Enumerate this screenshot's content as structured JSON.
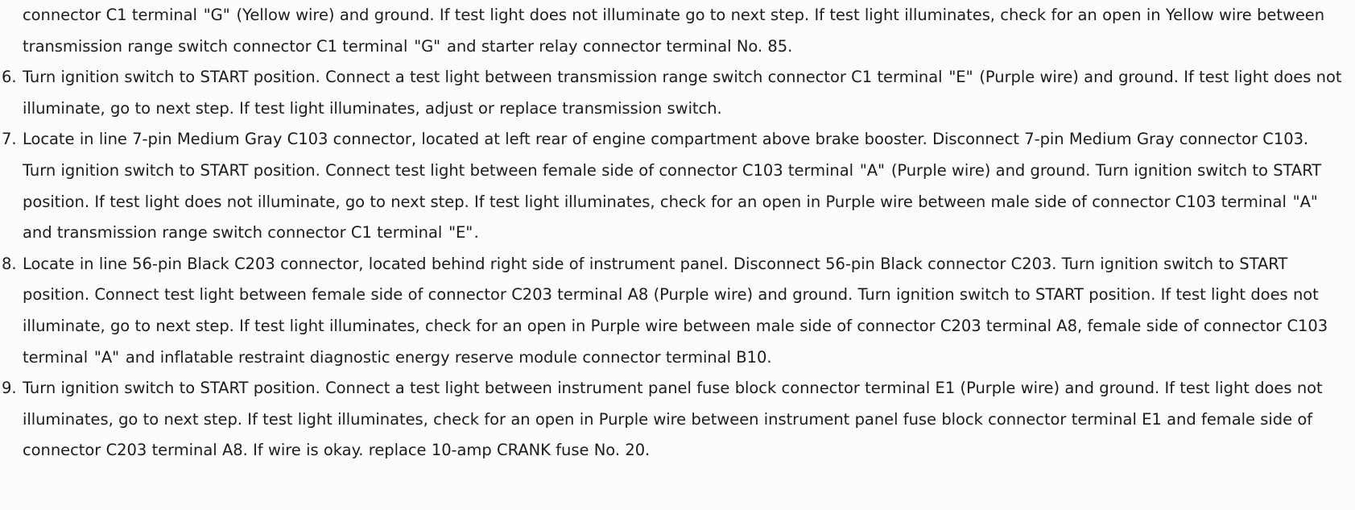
{
  "document": {
    "type": "automotive-service-manual-diagnostic-steps",
    "background_color": "#fcfcfc",
    "text_color": "#1c1c1c"
  },
  "steps": [
    {
      "marker": "",
      "is_continuation": true,
      "text": "connector C1 terminal \"G\" (Yellow wire) and ground. If test light does not illuminate go to next step. If test light illuminates, check for an open in Yellow wire between transmission range switch connector C1 terminal \"G\" and starter relay connector terminal No. 85."
    },
    {
      "marker": "6.",
      "is_continuation": false,
      "text": "Turn ignition switch to START position. Connect a test light between transmission range switch connector C1 terminal \"E\" (Purple wire) and ground. If test light does not illuminate, go to next step. If test light illuminates, adjust or replace transmission switch."
    },
    {
      "marker": "7.",
      "is_continuation": false,
      "text": "Locate in line 7-pin Medium Gray C103 connector, located at left rear of engine compartment above brake booster. Disconnect 7-pin Medium Gray connector C103. Turn ignition switch to START position. Connect test light between female side of connector C103 terminal \"A\" (Purple wire) and ground. Turn ignition switch to START position. If test light does not illuminate, go to next step. If test light illuminates, check for an open in Purple wire between male side of connector C103 terminal \"A\" and transmission range switch connector C1 terminal \"E\"."
    },
    {
      "marker": "8.",
      "is_continuation": false,
      "text": "Locate in line 56-pin Black C203 connector, located behind right side of instrument panel. Disconnect 56-pin Black connector C203. Turn ignition switch to START position. Connect test light between female side of connector C203 terminal A8 (Purple wire) and ground. Turn ignition switch to START position. If test light does not illuminate, go to next step. If test light illuminates, check for an open in Purple wire between male side of connector C203 terminal A8, female side of connector C103 terminal \"A\" and inflatable restraint diagnostic energy reserve module connector terminal B10."
    },
    {
      "marker": "9.",
      "is_continuation": false,
      "text": "Turn ignition switch to START position. Connect a test light between instrument panel fuse block connector terminal E1 (Purple wire) and ground. If test light does not illuminates, go to next step. If test light illuminates, check for an open in Purple wire between instrument panel fuse block connector terminal E1 and female side of connector C203 terminal A8. If wire is okay. replace 10-amp CRANK fuse No. 20."
    }
  ]
}
